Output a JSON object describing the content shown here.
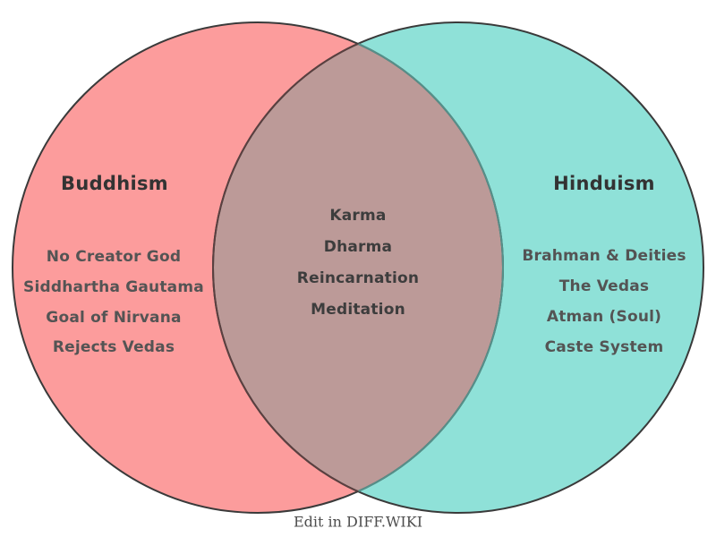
{
  "canvas": {
    "background": "#ffffff"
  },
  "venn": {
    "left": {
      "title": "Buddhism",
      "items": [
        "No Creator God",
        "Siddhartha Gautama",
        "Goal of Nirvana",
        "Rejects Vedas"
      ],
      "fill_color": "#FC9C9C"
    },
    "right": {
      "title": "Hinduism",
      "items": [
        "Brahman & Deities",
        "The Vedas",
        "Atman (Soul)",
        "Caste System"
      ],
      "fill_color": "#8FE1D8"
    },
    "intersection": {
      "items": [
        "Karma",
        "Dharma",
        "Reincarnation",
        "Meditation"
      ],
      "fill_color": "#BC9A98"
    },
    "outline_color": "#3A3A3A",
    "inner_arc_left_color": "#55908A",
    "inner_arc_right_color": "#5A4040"
  },
  "footer": {
    "label": "Edit in DIFF.WIKI"
  }
}
